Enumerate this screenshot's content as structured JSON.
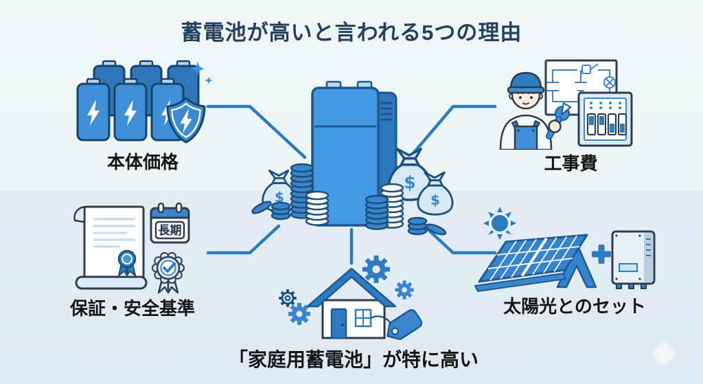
{
  "title": "蓄電池が高いと言われる5つの理由",
  "reasons": [
    {
      "key": "unit-price",
      "label": "本体価格"
    },
    {
      "key": "installation-cost",
      "label": "工事費"
    },
    {
      "key": "warranty-safety-standards",
      "label": "保証・安全基準",
      "calendar_badge": "長期"
    },
    {
      "key": "solar-bundle",
      "label": "太陽光とのセット"
    },
    {
      "key": "home-battery-premium",
      "label": "「家庭用蓄電池」が特に高い"
    }
  ],
  "center_illustration": {
    "money_symbol": "$"
  },
  "palette": {
    "accent_blue": "#3f8ed8",
    "deep_blue": "#2e7cc0",
    "outline_navy": "#1d4f7c",
    "title_navy": "#24405e",
    "label_black": "#151515",
    "background_top": "#eef5f6",
    "background_bottom": "#e2ebf3",
    "connector_blue": "#2a7bc0"
  }
}
